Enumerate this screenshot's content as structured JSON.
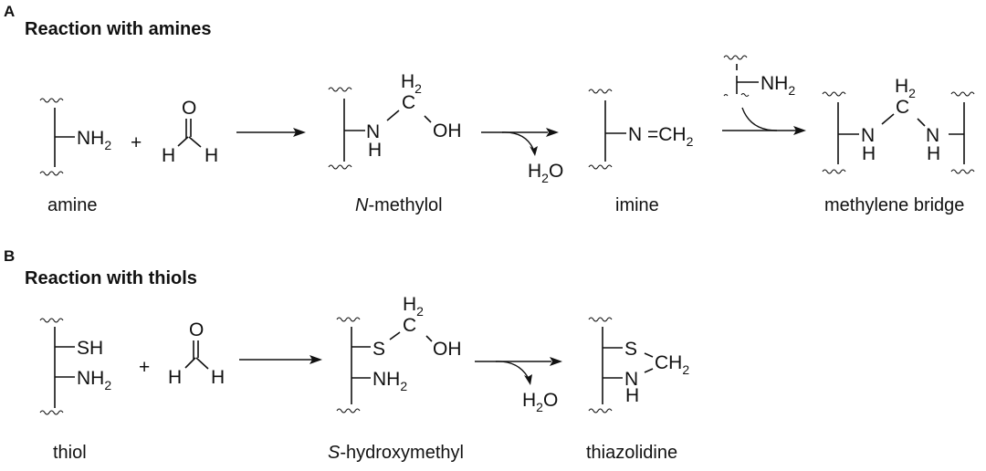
{
  "panels": [
    {
      "letter": "A",
      "title": "Reaction with amines",
      "compounds": {
        "amine": {
          "group": "NH",
          "group_sub": "2",
          "label": "amine"
        },
        "formaldehyde": {
          "o": "O",
          "h_left": "H",
          "h_right": "H",
          "plus": "+"
        },
        "n_methylol": {
          "n": "N",
          "h": "H",
          "c": "C",
          "h2": "H",
          "h2_sub": "2",
          "oh": "OH",
          "label_italic": "N",
          "label_rest": "-methylol"
        },
        "imine": {
          "text": "N =CH",
          "text_sub": "2",
          "label": "imine"
        },
        "reagent_amine": {
          "group": "NH",
          "group_sub": "2"
        },
        "methylene_bridge": {
          "n1": "N",
          "h1": "H",
          "c": "C",
          "h2": "H",
          "h2_sub": "2",
          "n2": "N",
          "h3": "H",
          "label": "methylene bridge"
        }
      },
      "byproduct": {
        "h": "H",
        "sub": "2",
        "o": "O"
      }
    },
    {
      "letter": "B",
      "title": "Reaction with thiols",
      "compounds": {
        "thiol": {
          "sh": "SH",
          "nh": "NH",
          "nh_sub": "2",
          "label": "thiol"
        },
        "formaldehyde": {
          "o": "O",
          "h_left": "H",
          "h_right": "H",
          "plus": "+"
        },
        "s_hydroxymethyl": {
          "s": "S",
          "c": "C",
          "h2": "H",
          "h2_sub": "2",
          "oh": "OH",
          "nh": "NH",
          "nh_sub": "2",
          "label_italic": "S",
          "label_rest": "-hydroxymethyl"
        },
        "thiazolidine": {
          "s": "S",
          "n": "N",
          "h": "H",
          "ch": "CH",
          "ch_sub": "2",
          "label": "thiazolidine"
        }
      },
      "byproduct": {
        "h": "H",
        "sub": "2",
        "o": "O"
      }
    }
  ]
}
